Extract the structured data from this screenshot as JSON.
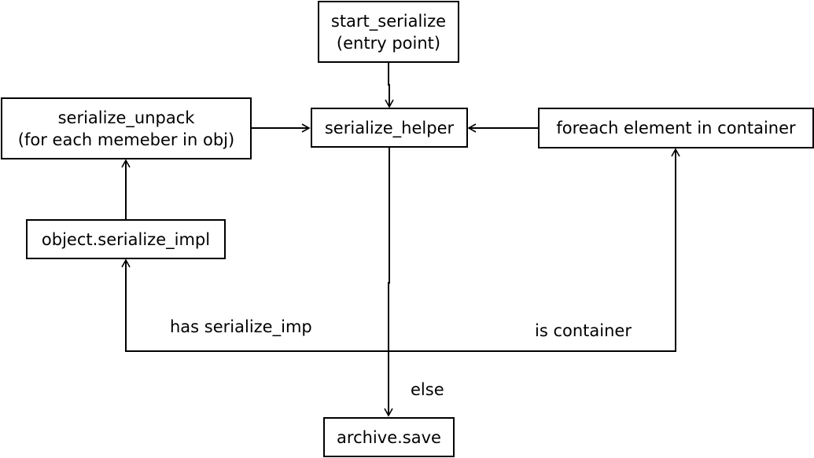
{
  "nodes": {
    "start": {
      "line1": "start_serialize",
      "line2": "(entry point)"
    },
    "helper": {
      "label": "serialize_helper"
    },
    "unpack": {
      "line1": "serialize_unpack",
      "line2": "(for each memeber in obj)"
    },
    "impl": {
      "label": "object.serialize_impl"
    },
    "foreach": {
      "label": "foreach element in container"
    },
    "save": {
      "label": "archive.save"
    }
  },
  "edge_labels": {
    "has_impl": "has serialize_imp",
    "is_container": "is container",
    "else": "else"
  },
  "colors": {
    "stroke": "#000000",
    "background": "#ffffff"
  }
}
